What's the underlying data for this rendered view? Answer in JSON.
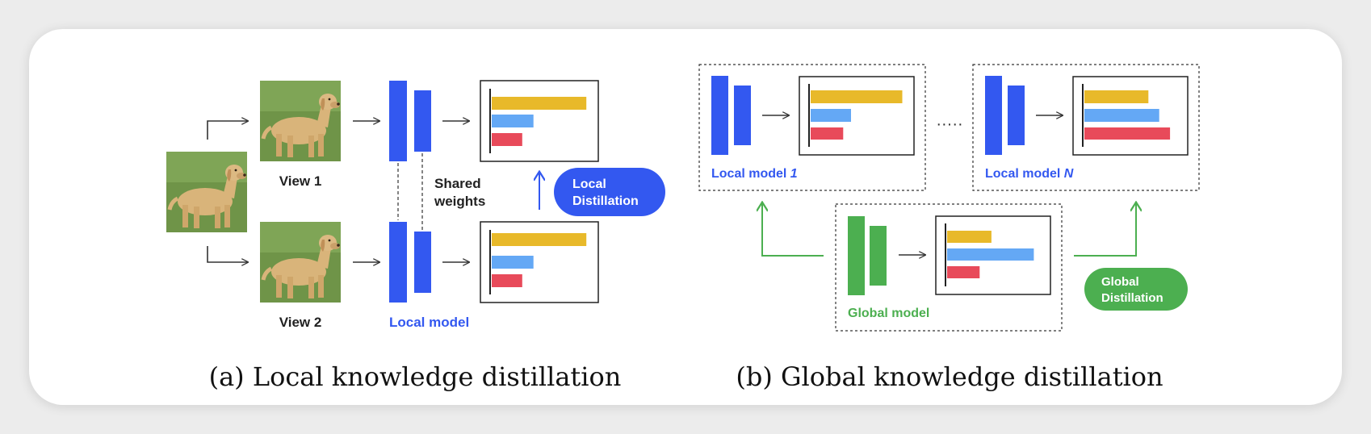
{
  "colors": {
    "local_blue": "#3358f0",
    "global_green": "#4caf50",
    "bar_yellow": "#e8b92a",
    "bar_light_blue": "#64a8f5",
    "bar_red": "#e84a5a",
    "dog_fur": "#d9b47a",
    "grass": "#6f9448"
  },
  "icons": {
    "dog_photo": "dog-photo",
    "up_arrow": "arrow-up-icon",
    "right_arrow": "arrow-right-icon"
  },
  "panel_a": {
    "view1_label": "View 1",
    "view2_label": "View 2",
    "shared_weights_line1": "Shared",
    "shared_weights_line2": "weights",
    "local_model_label": "Local model",
    "distill_line1": "Local",
    "distill_line2": "Distillation",
    "caption": "(a) Local knowledge distillation",
    "bars": [
      0.93,
      0.41,
      0.3
    ]
  },
  "panel_b": {
    "local_model_1_prefix": "Local model ",
    "local_model_1_index": "1",
    "local_model_n_prefix": "Local model ",
    "local_model_n_index": "N",
    "ellipsis": "·····",
    "global_model_label": "Global model",
    "distill_line1": "Global",
    "distill_line2": "Distillation",
    "caption": "(b) Global knowledge distillation",
    "bars_local_1": [
      0.93,
      0.41,
      0.33
    ],
    "bars_local_n": [
      0.65,
      0.76,
      0.87
    ],
    "bars_global": [
      0.45,
      0.88,
      0.33
    ]
  }
}
